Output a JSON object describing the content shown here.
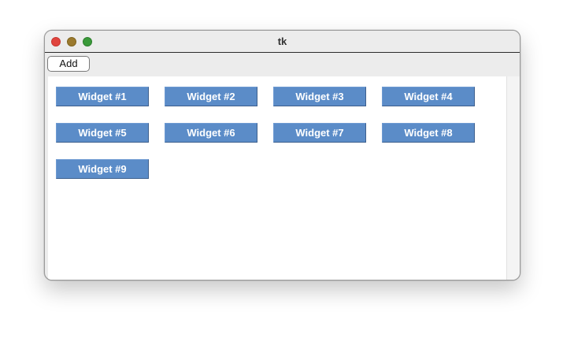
{
  "window": {
    "title": "tk"
  },
  "toolbar": {
    "add_label": "Add"
  },
  "widgets": [
    {
      "label": "Widget #1"
    },
    {
      "label": "Widget #2"
    },
    {
      "label": "Widget #3"
    },
    {
      "label": "Widget #4"
    },
    {
      "label": "Widget #5"
    },
    {
      "label": "Widget #6"
    },
    {
      "label": "Widget #7"
    },
    {
      "label": "Widget #8"
    },
    {
      "label": "Widget #9"
    }
  ],
  "colors": {
    "widget_fill": "#5b8cc8",
    "widget_text": "#ffffff",
    "close": "#e0443e",
    "minimize": "#9b7a2e",
    "maximize": "#3a9a3a"
  }
}
